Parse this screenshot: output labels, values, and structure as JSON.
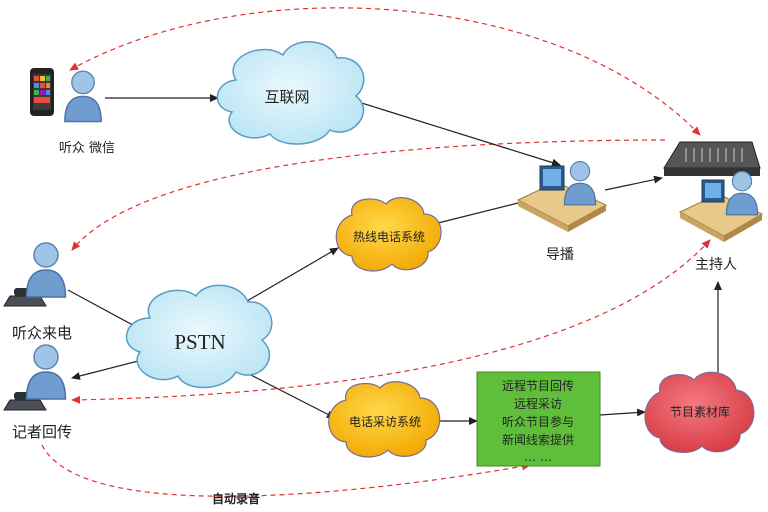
{
  "nodes": {
    "internet": "互联网",
    "pstn": "PSTN",
    "hotline": "热线电话系统",
    "phone_interview": "电话采访系统",
    "material_library": "节目素材库"
  },
  "people": {
    "wechat_listener": "听众 微信",
    "director": "导播",
    "host": "主持人",
    "listener_call": "听众来电",
    "reporter": "记者回传"
  },
  "services": {
    "lines": [
      "远程节目回传",
      "远程采访",
      "听众节目参与",
      "新闻线索提供",
      "… …"
    ]
  },
  "annotations": {
    "auto_record": "自动录音"
  },
  "colors": {
    "cloud_fill": "#c8ecf8",
    "cloud_stroke": "#5a9bc4",
    "blob_fill": "#ffbf00",
    "blob_stroke": "#7a6a9a",
    "red_blob_fill": "#e8505b",
    "green_box_fill": "#5fbf3a",
    "dashed_red": "#e03030"
  }
}
